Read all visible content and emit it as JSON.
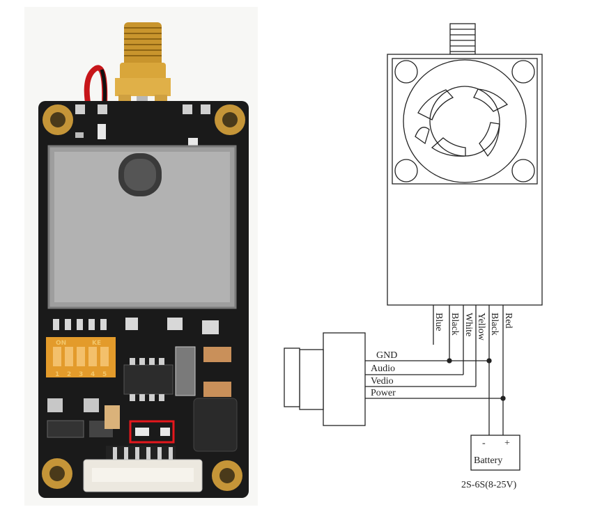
{
  "photo": {
    "dip_switch": {
      "on_label": "ON",
      "ke_label": "KE",
      "numbers": [
        "1",
        "2",
        "3",
        "4",
        "5"
      ]
    }
  },
  "diagram": {
    "wire_labels": [
      "Blue",
      "Black",
      "White",
      "Yellow",
      "Black",
      "Red"
    ],
    "camera_signals": [
      "GND",
      "Audio",
      "Vedio",
      "Power"
    ],
    "battery": {
      "minus": "-",
      "plus": "+",
      "label": "Battery",
      "spec": "2S-6S(8-25V)"
    }
  }
}
